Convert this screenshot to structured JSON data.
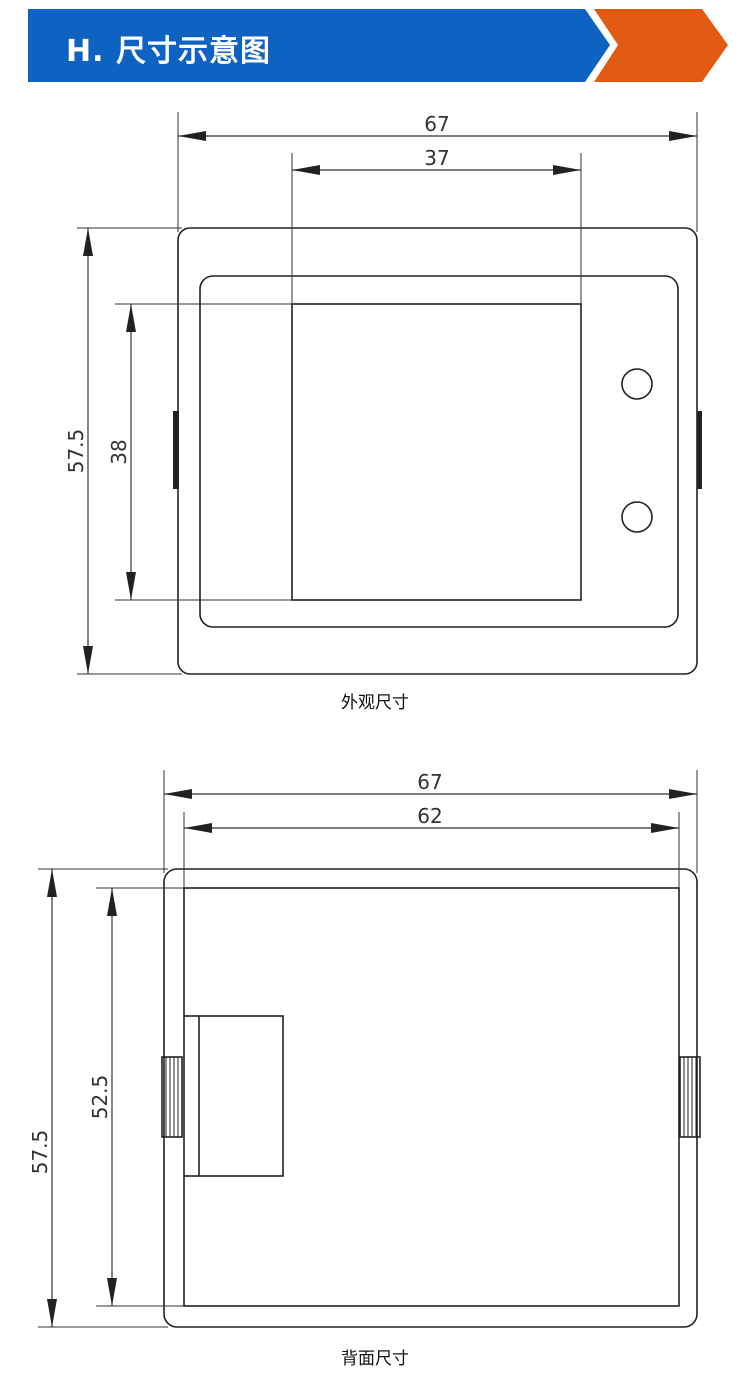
{
  "header": {
    "title": "H. 尺寸示意图",
    "colors": {
      "blue": "#0d62c2",
      "orange": "#e05a12"
    }
  },
  "front_view": {
    "caption": "外观尺寸",
    "dims": {
      "overall_width": "67",
      "screen_width": "37",
      "overall_height": "57.5",
      "screen_height": "38"
    }
  },
  "back_view": {
    "caption": "背面尺寸",
    "dims": {
      "overall_width": "67",
      "inner_width": "62",
      "overall_height": "57.5",
      "inner_height": "52.5"
    }
  },
  "line_color": "#222222"
}
